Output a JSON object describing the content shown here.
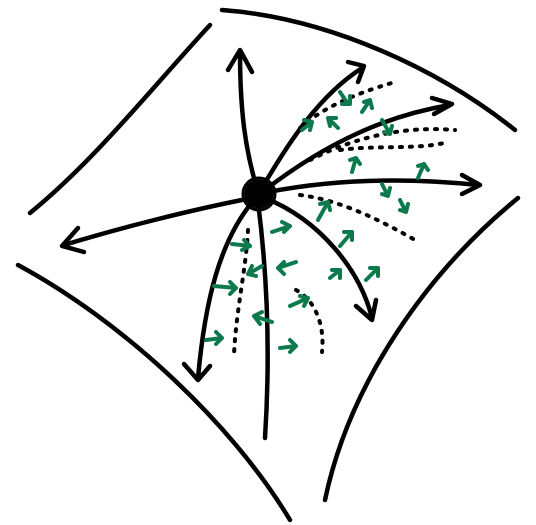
{
  "diagram": {
    "ink_color": "#000000",
    "vector_color": "#0d7a4e",
    "background": "#ffffff",
    "elements": {
      "boundary": "curved-surface-patch",
      "center": "singular-point",
      "rays": "radial-trajectories",
      "dotted_curves": "perturbed-trajectories",
      "green_arrows": "tangent-vectors"
    }
  }
}
